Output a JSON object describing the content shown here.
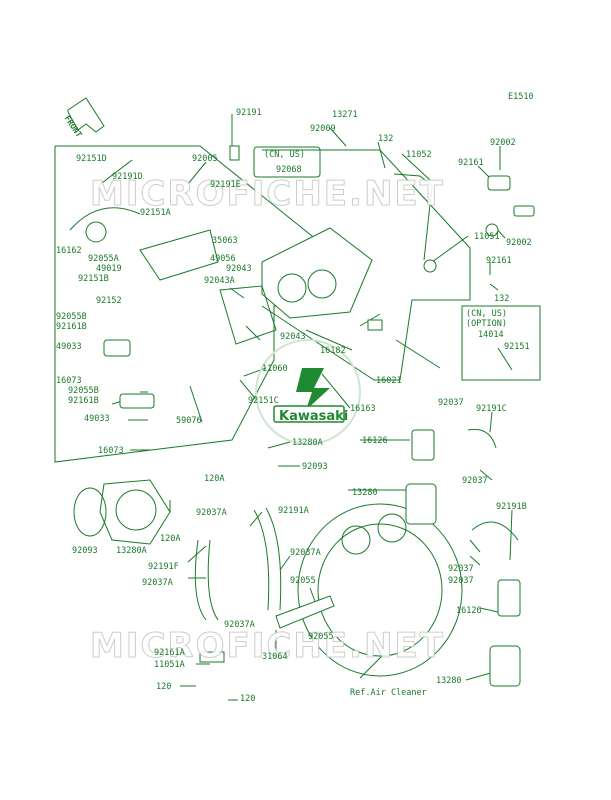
{
  "diagram_code": "E1510",
  "front_label": "FRONT",
  "logo_text": "Kawasaki",
  "watermark_text": "MICROFICHE.NET",
  "note_cn_us": "(CN, US)",
  "note_cn_us_option_line1": "(CN, US)",
  "note_cn_us_option_line2": "(OPTION)",
  "reference_text": "Ref.Air Cleaner",
  "parts": {
    "p92191": "92191",
    "p13271": "13271",
    "p92009": "92009",
    "p132a": "132",
    "p92002a": "92002",
    "p11052": "11052",
    "p92161a": "92161",
    "p92151D": "92151D",
    "p92005": "92005",
    "p92068": "92068",
    "p92191D": "92191D",
    "p92191E": "92191E",
    "p92151A": "92151A",
    "p35063": "35063",
    "p11051": "11051",
    "p92002b": "92002",
    "p16162": "16162",
    "p92055A": "92055A",
    "p49019": "49019",
    "p92151B": "92151B",
    "p49056": "49056",
    "p92043": "92043",
    "p92161b": "92161",
    "p92043A": "92043A",
    "p132b": "132",
    "p92152": "92152",
    "p14014": "14014",
    "p92055B": "92055B",
    "p92161B": "92161B",
    "p92043b": "92043",
    "p92151": "92151",
    "p49033a": "49033",
    "p16182": "16182",
    "p16073a": "16073",
    "p11060": "11060",
    "p16021": "16021",
    "p92055Bb": "92055B",
    "p92161Bb": "92161B",
    "p92151C": "92151C",
    "p16163": "16163",
    "p49033b": "49033",
    "p59076": "59076",
    "p92037a": "92037",
    "p92191C": "92191C",
    "p16126a": "16126",
    "p16073b": "16073",
    "p13280A": "13280A",
    "p92093a": "92093",
    "p120Aa": "120A",
    "p92037b": "92037",
    "p13280a": "13280",
    "p92037Aa": "92037A",
    "p92191A": "92191A",
    "p92191B": "92191B",
    "p120Ab": "120A",
    "p92093b": "92093",
    "p13280Ab": "13280A",
    "p92037Ab": "92037A",
    "p92191F": "92191F",
    "p92037Ac": "92037A",
    "p92055a": "92055",
    "p92037c": "92037",
    "p92037d": "92037",
    "p92037Ad": "92037A",
    "p92055b": "92055",
    "p16126b": "16126",
    "p92161A": "92161A",
    "p31064": "31064",
    "p11051A": "11051A",
    "p13280b": "13280",
    "p120a": "120",
    "p120b": "120"
  },
  "colors": {
    "ink": "#1a7a2a",
    "logo_green": "#1f8a2f",
    "watermark": "#c8c8c8"
  }
}
